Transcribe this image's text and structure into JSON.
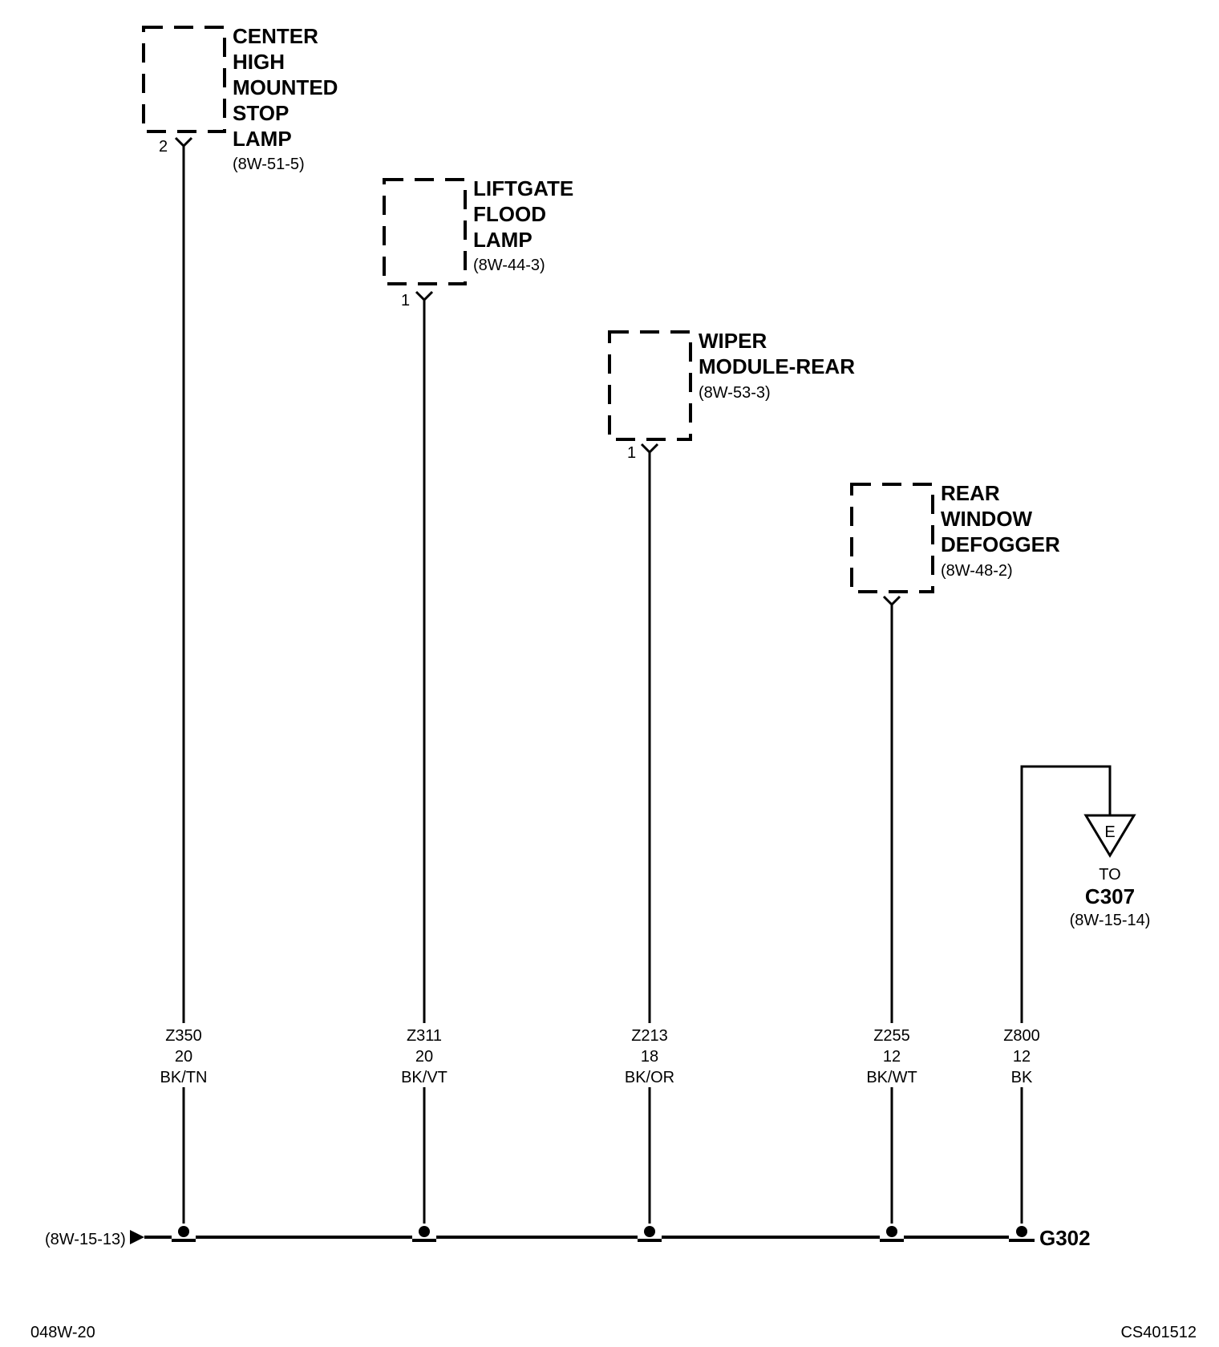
{
  "components": [
    {
      "id": "chmsl",
      "name_lines": [
        "CENTER",
        "HIGH",
        "MOUNTED",
        "STOP",
        "LAMP"
      ],
      "ref": "(8W-51-5)",
      "pin": "2"
    },
    {
      "id": "liftgate",
      "name_lines": [
        "LIFTGATE",
        "FLOOD",
        "LAMP"
      ],
      "ref": "(8W-44-3)",
      "pin": "1"
    },
    {
      "id": "wiper",
      "name_lines": [
        "WIPER",
        "MODULE-REAR"
      ],
      "ref": "(8W-53-3)",
      "pin": "1"
    },
    {
      "id": "defogger",
      "name_lines": [
        "REAR",
        "WINDOW",
        "DEFOGGER"
      ],
      "ref": "(8W-48-2)",
      "pin": ""
    }
  ],
  "wires": [
    {
      "circuit": "Z350",
      "gauge": "20",
      "color": "BK/TN"
    },
    {
      "circuit": "Z311",
      "gauge": "20",
      "color": "BK/VT"
    },
    {
      "circuit": "Z213",
      "gauge": "18",
      "color": "BK/OR"
    },
    {
      "circuit": "Z255",
      "gauge": "12",
      "color": "BK/WT"
    },
    {
      "circuit": "Z800",
      "gauge": "12",
      "color": "BK"
    }
  ],
  "connector": {
    "letter": "E",
    "to": "TO",
    "name": "C307",
    "ref": "(8W-15-14)"
  },
  "bus_ref": "(8W-15-13)",
  "ground": "G302",
  "footer_left": "048W-20",
  "footer_right": "CS401512"
}
